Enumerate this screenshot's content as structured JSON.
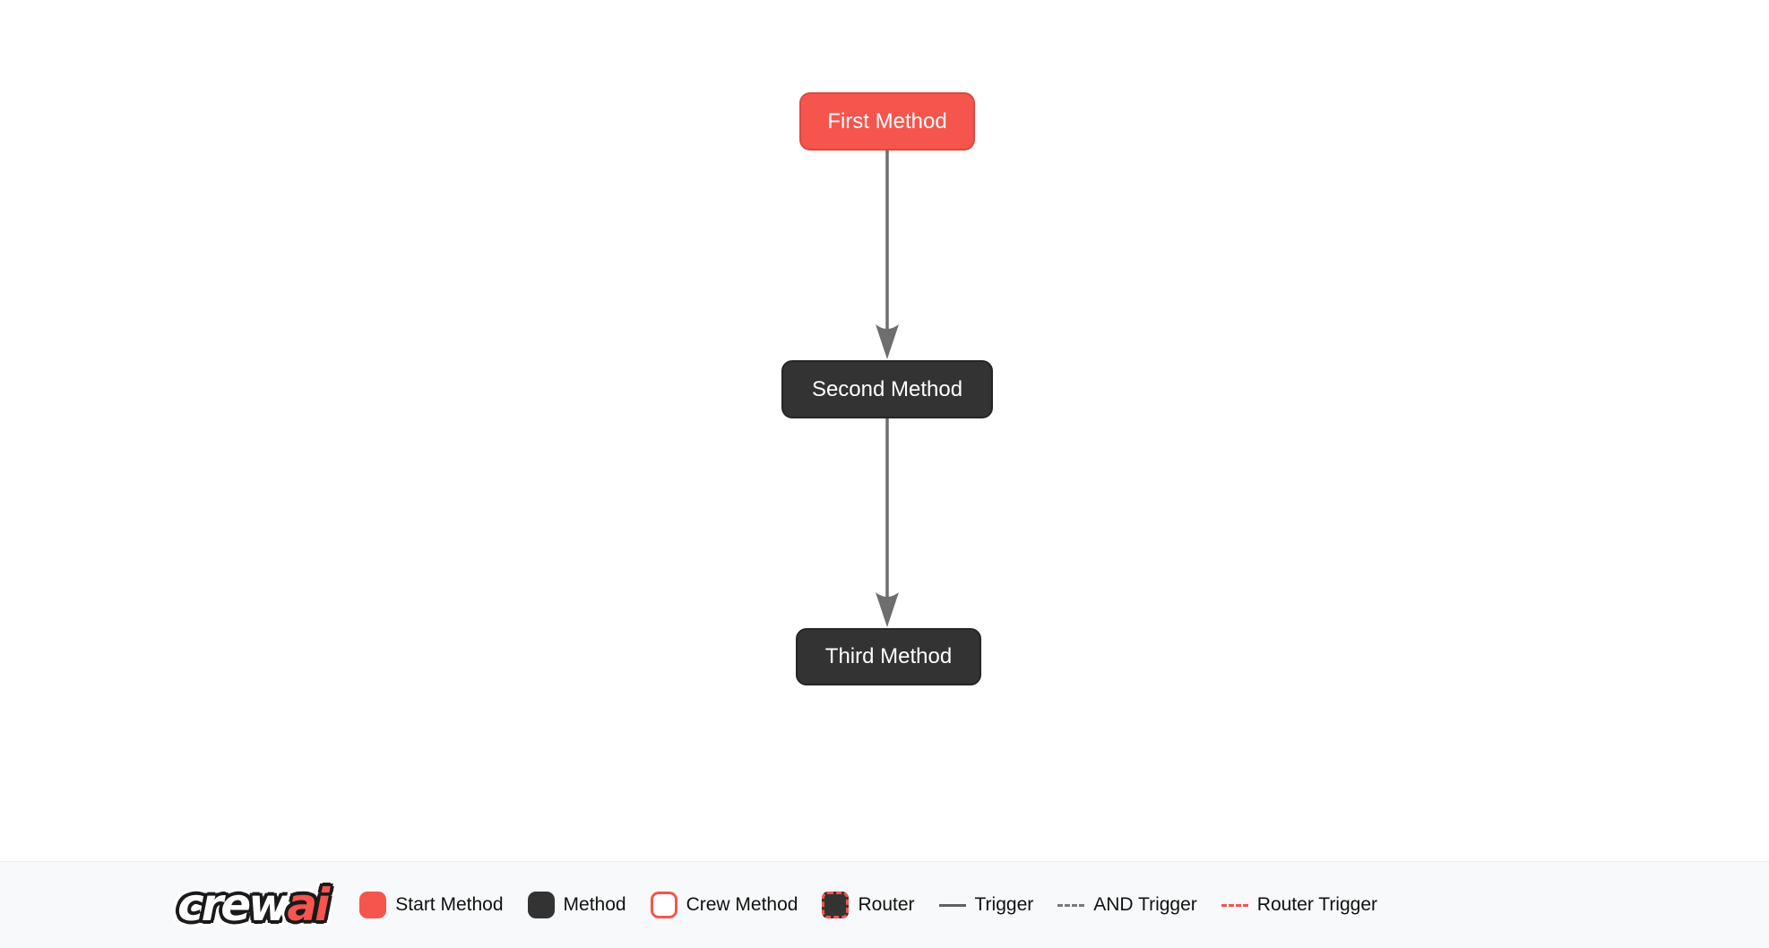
{
  "diagram": {
    "nodes": [
      {
        "id": "first",
        "label": "First Method",
        "type": "start_method"
      },
      {
        "id": "second",
        "label": "Second Method",
        "type": "method"
      },
      {
        "id": "third",
        "label": "Third Method",
        "type": "method"
      }
    ],
    "edges": [
      {
        "from": "first",
        "to": "second",
        "type": "trigger"
      },
      {
        "from": "second",
        "to": "third",
        "type": "trigger"
      }
    ],
    "colors": {
      "start_fill": "#f5554d",
      "start_border": "#de4840",
      "method_fill": "#333333",
      "method_border": "#262626",
      "edge": "#6e6e6e",
      "node_text": "#ffffff"
    }
  },
  "footer": {
    "logo": {
      "part1": "crew",
      "part2": "ai"
    },
    "legend": [
      {
        "label": "Start Method",
        "swatch": "start-square"
      },
      {
        "label": "Method",
        "swatch": "method-square"
      },
      {
        "label": "Crew Method",
        "swatch": "crew-outline-square"
      },
      {
        "label": "Router",
        "swatch": "router-dashed-square"
      },
      {
        "label": "Trigger",
        "swatch": "solid-line"
      },
      {
        "label": "AND Trigger",
        "swatch": "dashed-gray-line"
      },
      {
        "label": "Router Trigger",
        "swatch": "dashed-red-line"
      }
    ]
  }
}
